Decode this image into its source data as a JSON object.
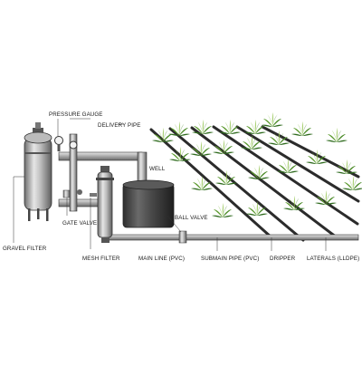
{
  "labels": {
    "pressure_gauge": "PRESSURE GAUGE",
    "delivery_pipe": "DELIVERY PIPE",
    "well": "WELL",
    "gravel_filter": "GRAVEL FILTER",
    "gate_valve": "GATE VALVE",
    "ball_valve": "BALL VALVE",
    "mesh_filter": "MESH FILTER",
    "main_line": "MAIN LINE (PVC)",
    "submain_pipe": "SUBMAIN PIPE (PVC)",
    "dripper": "DRIPPER",
    "laterals": "LATERALS (LLDPE)"
  },
  "colors": {
    "pipe": "#2b2b2b",
    "metal_light": "#d8d8d8",
    "metal_dark": "#6e6e6e",
    "plant_light": "#8fc24a",
    "plant_dark": "#2f6b1e",
    "text": "#1a1a1a"
  }
}
